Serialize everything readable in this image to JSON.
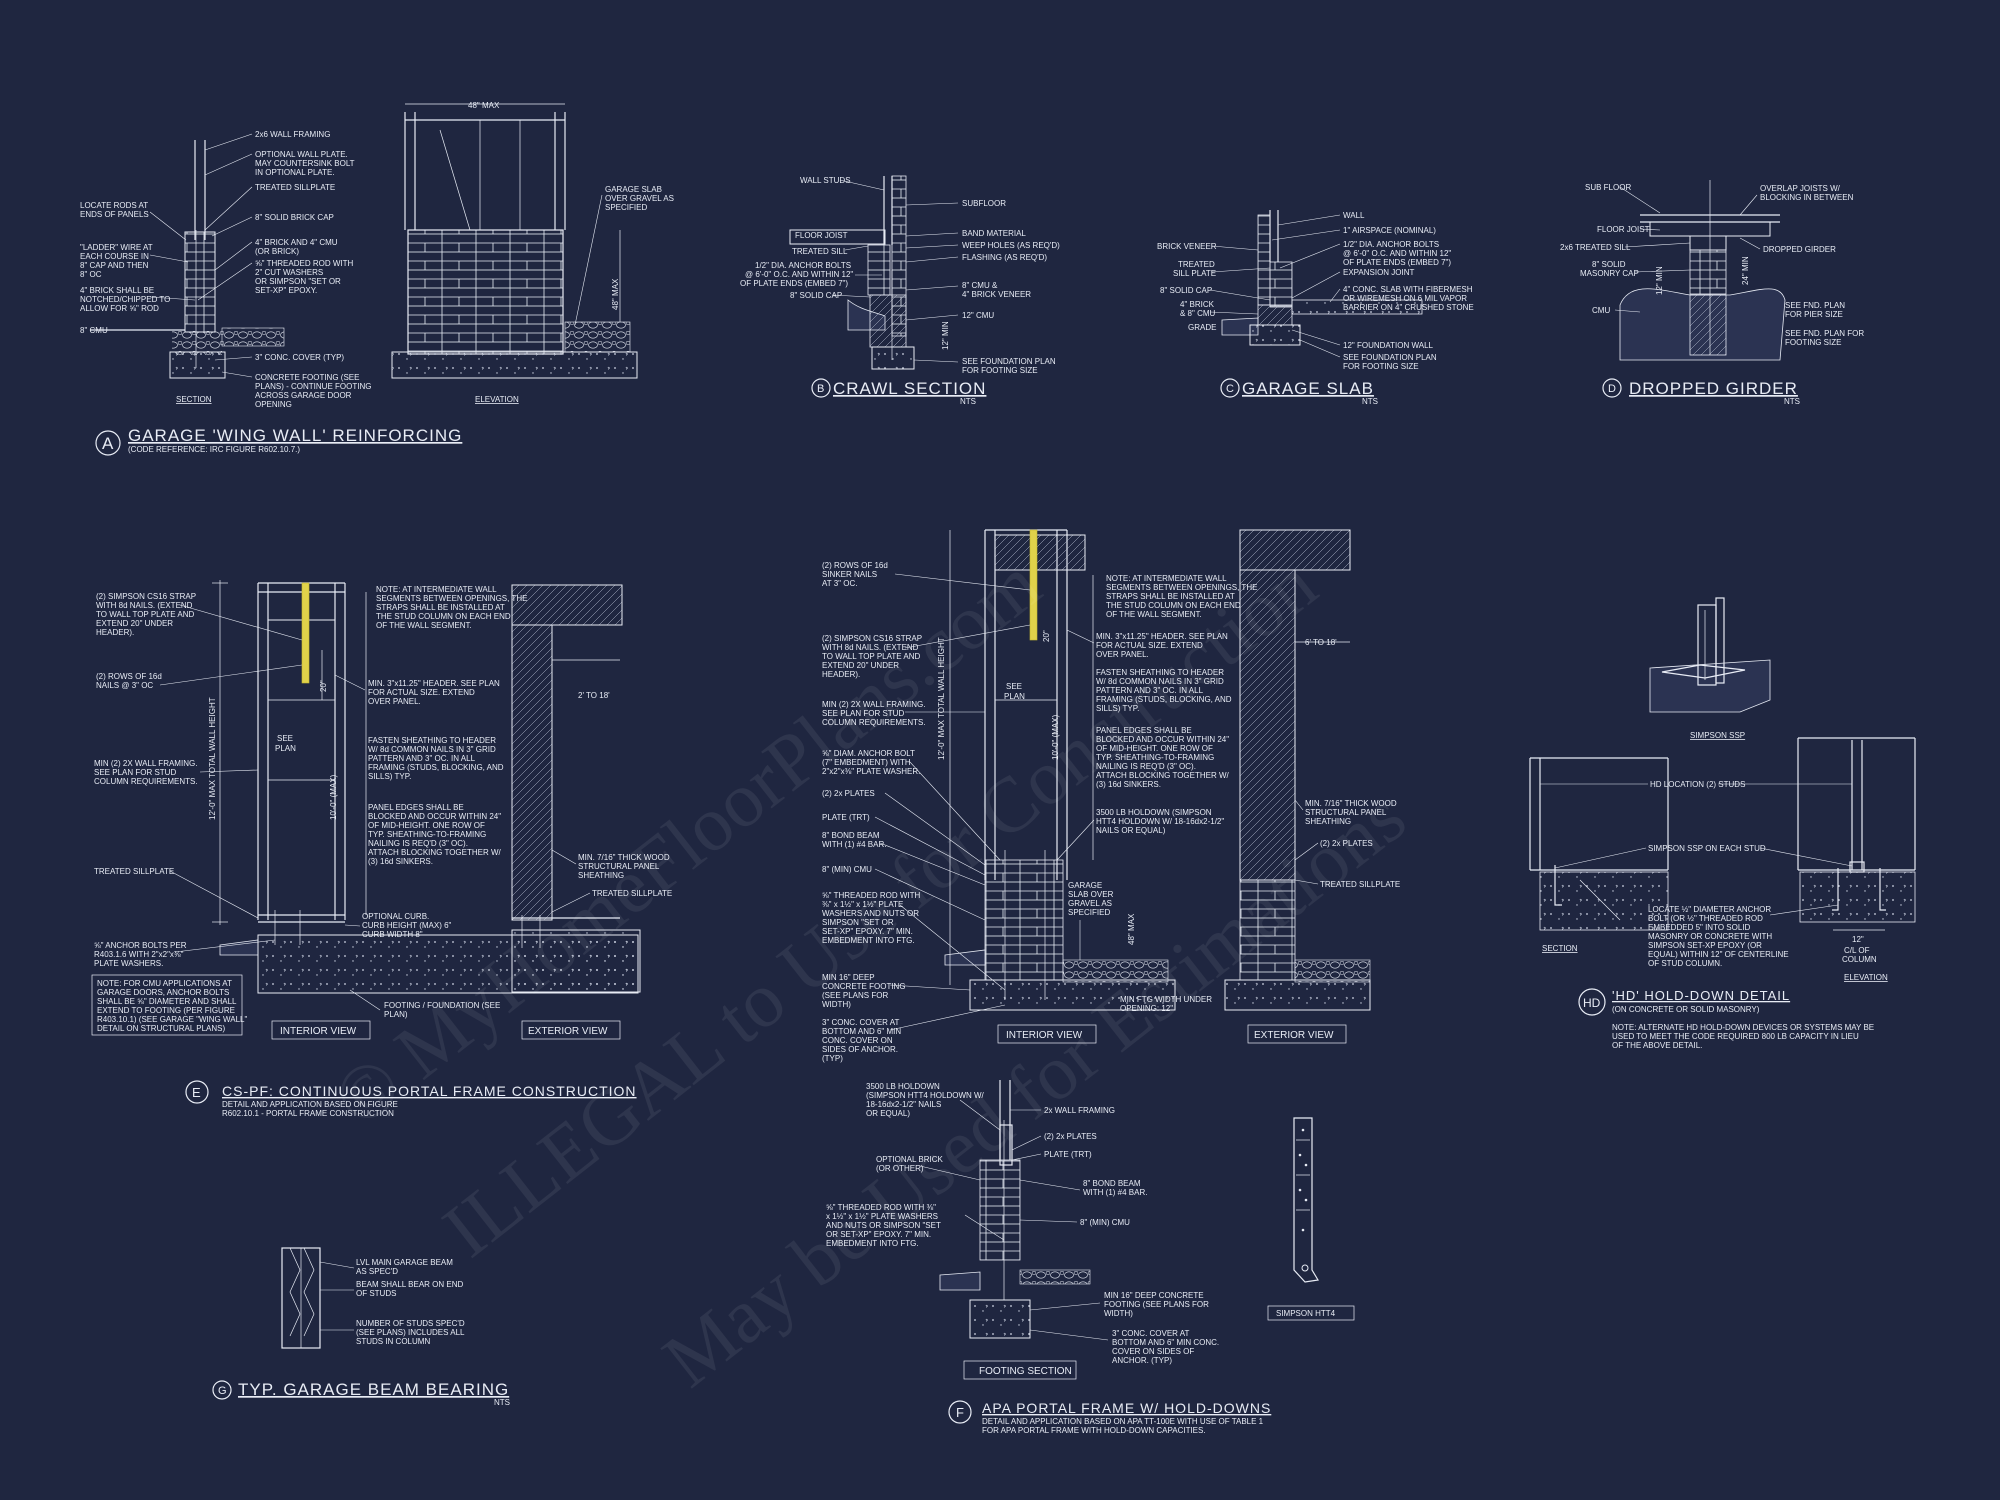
{
  "details": {
    "A": {
      "bubble": "A",
      "title": "GARAGE 'WING WALL' REINFORCING",
      "subtitle": "(CODE REFERENCE: IRC FIGURE R602.10.7.)",
      "section_label": "SECTION",
      "elevation_label": "ELEVATION",
      "dim_top": "48\" MAX",
      "dim_side": "48\" MAX",
      "notes_left": [
        "LOCATE RODS AT",
        "ENDS OF PANELS",
        "\"LADDER\" WIRE AT",
        "EACH COURSE IN",
        "8\" CAP AND THEN",
        "8\" OC",
        "4\" BRICK SHALL BE",
        "NOTCHED/CHIPPED TO",
        "ALLOW FOR ⅝\" ROD",
        "8\" CMU"
      ],
      "notes_right": [
        "2x6 WALL FRAMING",
        "OPTIONAL WALL PLATE.",
        "MAY COUNTERSINK BOLT",
        "IN OPTIONAL PLATE.",
        "TREATED SILLPLATE",
        "8\" SOLID BRICK CAP",
        "4\" BRICK AND 4\" CMU",
        "(OR BRICK)",
        "⅝\" THREADED ROD WITH",
        "2\" CUT WASHERS",
        "OR SIMPSON \"SET OR",
        "SET-XP\" EPOXY.",
        "3\" CONC. COVER (TYP)",
        "CONCRETE FOOTING (SEE",
        "PLANS) - CONTINUE FOOTING",
        "ACROSS GARAGE DOOR",
        "OPENING"
      ],
      "notes_far": [
        "GARAGE SLAB",
        "OVER GRAVEL AS",
        "SPECIFIED"
      ]
    },
    "B": {
      "bubble": "B",
      "title": "CRAWL SECTION",
      "nts": "NTS",
      "notes_left": [
        "WALL STUDS",
        "FLOOR JOIST",
        "TREATED SILL",
        "1/2\" DIA. ANCHOR BOLTS",
        "@ 6'-0\" O.C. AND WITHIN 12\"",
        "OF PLATE ENDS (EMBED 7\")",
        "8\" SOLID CAP"
      ],
      "notes_right": [
        "SUBFLOOR",
        "BAND MATERIAL",
        "WEEP HOLES (AS REQ'D)",
        "FLASHING (AS REQ'D)",
        "8\" CMU &",
        "4\" BRICK VENEER",
        "12\" CMU",
        "SEE FOUNDATION PLAN",
        "FOR FOOTING SIZE"
      ],
      "dim": "12\" MIN"
    },
    "C": {
      "bubble": "C",
      "title": "GARAGE SLAB",
      "nts": "NTS",
      "notes_left": [
        "BRICK VENEER",
        "TREATED",
        "SILL PLATE",
        "8\" SOLID CAP",
        "4\" BRICK",
        "& 8\" CMU",
        "GRADE"
      ],
      "notes_right": [
        "WALL",
        "1\" AIRSPACE (NOMINAL)",
        "1/2\" DIA. ANCHOR BOLTS",
        "@ 6'-0\" O.C. AND WITHIN 12\"",
        "OF PLATE ENDS (EMBED 7\")",
        "EXPANSION JOINT",
        "4\" CONC. SLAB WITH FIBERMESH",
        "OR WIREMESH ON 6 MIL VAPOR",
        "BARRIER ON 4\" CRUSHED STONE",
        "12\" FOUNDATION WALL",
        "SEE FOUNDATION PLAN",
        "FOR FOOTING SIZE"
      ]
    },
    "D": {
      "bubble": "D",
      "title": "DROPPED GIRDER",
      "nts": "NTS",
      "notes_left": [
        "SUB FLOOR",
        "FLOOR JOIST",
        "2x6 TREATED SILL",
        "8\" SOLID",
        "MASONRY CAP",
        "CMU"
      ],
      "notes_right": [
        "OVERLAP JOISTS W/",
        "BLOCKING IN BETWEEN",
        "DROPPED GIRDER",
        "SEE FND. PLAN",
        "FOR PIER SIZE",
        "SEE FND. PLAN FOR",
        "FOOTING SIZE"
      ],
      "dim_a": "12\" MIN",
      "dim_b": "24\" MIN"
    },
    "E": {
      "bubble": "E",
      "title": "CS-PF: CONTINUOUS PORTAL FRAME CONSTRUCTION",
      "subtitle_1": "DETAIL AND APPLICATION BASED ON FIGURE",
      "subtitle_2": "R602.10.1 - PORTAL FRAME CONSTRUCTION",
      "interior_label": "INTERIOR VIEW",
      "exterior_label": "EXTERIOR VIEW",
      "dim_height": "12'-0\" MAX TOTAL WALL HEIGHT",
      "dim_wall": "10'-0\" (MAX)",
      "dim_header": "20\"",
      "see_plan": [
        "SEE",
        "PLAN"
      ],
      "dim_ext": "2' TO 18'",
      "notes_left": [
        "(2) SIMPSON CS16 STRAP",
        "WITH 8d NAILS. (EXTEND",
        "TO WALL TOP PLATE AND",
        "EXTEND 20\" UNDER",
        "HEADER).",
        "(2) ROWS OF 16d",
        "NAILS @ 3\" OC",
        "MIN (2) 2X WALL FRAMING.",
        "SEE PLAN FOR STUD",
        "COLUMN REQUIREMENTS.",
        "TREATED SILLPLATE",
        "⅝\" ANCHOR BOLTS PER",
        "R403.1.6 WITH 2\"x2\"x⅜\"",
        "PLATE WASHERS."
      ],
      "notes_mid": [
        "NOTE: AT INTERMEDIATE WALL",
        "SEGMENTS BETWEEN OPENINGS, THE",
        "STRAPS SHALL BE INSTALLED AT",
        "THE STUD COLUMN ON EACH END",
        "OF THE WALL SEGMENT.",
        "MIN. 3\"x11.25\" HEADER. SEE PLAN",
        "FOR ACTUAL SIZE. EXTEND",
        "OVER PANEL.",
        "FASTEN SHEATHING TO HEADER",
        "W/ 8d COMMON NAILS IN 3\" GRID",
        "PATTERN AND 3\" OC. IN ALL",
        "FRAMING (STUDS, BLOCKING, AND",
        "SILLS) TYP.",
        "PANEL EDGES SHALL BE",
        "BLOCKED AND OCCUR WITHIN 24\"",
        "OF MID-HEIGHT. ONE ROW OF",
        "TYP. SHEATHING-TO-FRAMING",
        "NAILING IS REQ'D (3\" OC).",
        "ATTACH BLOCKING TOGETHER W/",
        "(3) 16d SINKERS.",
        "OPTIONAL CURB.",
        "CURB HEIGHT (MAX) 6\"",
        "CURB WIDTH 8\"",
        "FOOTING / FOUNDATION (SEE",
        "PLAN)"
      ],
      "notes_ext": [
        "MIN. 7/16\" THICK WOOD",
        "STRUCTURAL PANEL",
        "SHEATHING",
        "TREATED SILLPLATE"
      ],
      "note_box": [
        "NOTE: FOR CMU APPLICATIONS AT",
        "GARAGE DOORS, ANCHOR BOLTS",
        "SHALL BE ⅝\" DIAMETER AND SHALL",
        "EXTEND TO FOOTING (PER FIGURE",
        "R403.10.1) (SEE GARAGE \"WING WALL\"",
        "DETAIL ON STRUCTURAL PLANS)"
      ]
    },
    "F": {
      "bubble": "F",
      "title": "APA PORTAL FRAME W/ HOLD-DOWNS",
      "subtitle_1": "DETAIL AND APPLICATION BASED ON APA TT-100E WITH USE OF TABLE 1",
      "subtitle_2": "FOR APA PORTAL FRAME WITH HOLD-DOWN CAPACITIES.",
      "interior_label": "INTERIOR VIEW",
      "exterior_label": "EXTERIOR VIEW",
      "footing_label": "FOOTING SECTION",
      "htt4_label": "SIMPSON HTT4",
      "dim_height": "12'-0\" MAX TOTAL WALL HEIGHT",
      "dim_wall": "10'-0\" (MAX)",
      "dim_header": "20\"",
      "dim_ext": "6' TO 18'",
      "dim_side": "48\" MAX",
      "see_plan": [
        "SEE",
        "PLAN"
      ],
      "notes_left": [
        "(2) ROWS OF 16d",
        "SINKER NAILS",
        "AT 3\" OC.",
        "(2) SIMPSON CS16 STRAP",
        "WITH 8d NAILS. (EXTEND",
        "TO WALL TOP PLATE AND",
        "EXTEND 20\" UNDER",
        "HEADER).",
        "MIN (2) 2X WALL FRAMING.",
        "SEE PLAN FOR STUD",
        "COLUMN REQUIREMENTS.",
        "⅝\" DIAM. ANCHOR BOLT",
        "(7\" EMBEDMENT) WITH",
        "2\"x2\"x⅜\" PLATE WASHER.",
        "(2) 2x PLATES",
        "PLATE (TRT)",
        "8\" BOND BEAM",
        "WITH (1) #4 BAR.",
        "8\" (MIN) CMU",
        "⅝\" THREADED ROD WITH",
        "⅜\" x 1½\" x 1½\" PLATE",
        "WASHERS AND NUTS OR",
        "SIMPSON \"SET OR",
        "SET-XP\" EPOXY. 7\" MIN.",
        "EMBEDMENT INTO FTG.",
        "MIN 16\" DEEP",
        "CONCRETE FOOTING",
        "(SEE PLANS FOR",
        "WIDTH)",
        "3\" CONC. COVER AT",
        "BOTTOM AND 6\" MIN",
        "CONC. COVER ON",
        "SIDES OF ANCHOR.",
        "(TYP)"
      ],
      "notes_mid": [
        "NOTE: AT INTERMEDIATE WALL",
        "SEGMENTS BETWEEN OPENINGS, THE",
        "STRAPS SHALL BE INSTALLED AT",
        "THE STUD COLUMN ON EACH END",
        "OF THE WALL SEGMENT.",
        "MIN. 3\"x11.25\" HEADER. SEE PLAN",
        "FOR ACTUAL SIZE. EXTEND",
        "OVER PANEL.",
        "FASTEN SHEATHING TO HEADER",
        "W/ 8d COMMON NAILS IN 3\" GRID",
        "PATTERN AND 3\" OC. IN ALL",
        "FRAMING (STUDS, BLOCKING, AND",
        "SILLS) TYP.",
        "PANEL EDGES SHALL BE",
        "BLOCKED AND OCCUR WITHIN 24\"",
        "OF MID-HEIGHT. ONE ROW OF",
        "TYP. SHEATHING-TO-FRAMING",
        "NAILING IS REQ'D (3\" OC).",
        "ATTACH BLOCKING TOGETHER W/",
        "(3) 16d SINKERS.",
        "3500 LB HOLDOWN (SIMPSON",
        "HTT4 HOLDOWN W/ 18-16dx2-1/2\"",
        "NAILS OR EQUAL)",
        "GARAGE",
        "SLAB OVER",
        "GRAVEL AS",
        "SPECIFIED",
        "MIN FTG WIDTH UNDER",
        "OPENING: 12\""
      ],
      "notes_ext": [
        "MIN. 7/16\" THICK WOOD",
        "STRUCTURAL PANEL",
        "SHEATHING",
        "(2) 2x PLATES",
        "TREATED SILLPLATE"
      ],
      "notes_footing_left": [
        "3500 LB HOLDOWN",
        "(SIMPSON HTT4 HOLDOWN W/",
        "18-16dx2-1/2\" NAILS",
        "OR EQUAL)",
        "OPTIONAL BRICK",
        "(OR OTHER)",
        "⅝\" THREADED ROD WITH ⅜\"",
        "x 1½\" x 1½\" PLATE WASHERS",
        "AND NUTS OR SIMPSON \"SET",
        "OR SET-XP\" EPOXY. 7\" MIN.",
        "EMBEDMENT INTO FTG."
      ],
      "notes_footing_right": [
        "2x WALL FRAMING",
        "(2) 2x PLATES",
        "PLATE (TRT)",
        "8\" BOND BEAM",
        "WITH (1) #4 BAR.",
        "8\" (MIN) CMU",
        "MIN 16\" DEEP CONCRETE",
        "FOOTING (SEE PLANS FOR",
        "WIDTH)",
        "3\" CONC. COVER AT",
        "BOTTOM AND 6\" MIN CONC.",
        "COVER ON SIDES OF",
        "ANCHOR. (TYP)"
      ]
    },
    "G": {
      "bubble": "G",
      "title": "TYP. GARAGE BEAM BEARING",
      "nts": "NTS",
      "notes": [
        "LVL MAIN GARAGE BEAM",
        "AS SPEC'D",
        "BEAM SHALL BEAR ON END",
        "OF STUDS",
        "NUMBER OF STUDS SPEC'D",
        "(SEE PLANS) INCLUDES ALL",
        "STUDS IN COLUMN"
      ]
    },
    "HD": {
      "bubble": "HD",
      "title": "'HD' HOLD-DOWN DETAIL",
      "subtitle": "(ON CONCRETE OR SOLID MASONRY)",
      "note": [
        "NOTE: ALTERNATE HD HOLD-DOWN DEVICES OR SYSTEMS MAY BE",
        "USED TO MEET THE CODE REQUIRED 800 LB CAPACITY IN LIEU",
        "OF THE ABOVE DETAIL."
      ],
      "ssp_label": "SIMPSON SSP",
      "section_label": "SECTION",
      "elevation_label": "ELEVATION",
      "notes": [
        "HD LOCATION (2) STUDS",
        "SIMPSON SSP ON EACH STUD",
        "LOCATE ½\" DIAMETER ANCHOR",
        "BOLT (OR ½\" THREADED ROD",
        "EMBEDDED 5\" INTO SOLID",
        "MASONRY OR CONCRETE WITH",
        "SIMPSON SET-XP EPOXY (OR",
        "EQUAL) WITHIN 12\" OF CENTERLINE",
        "OF STUD COLUMN."
      ],
      "dim": [
        "12\"",
        "C/L OF",
        "COLUMN"
      ]
    }
  },
  "watermark": {
    "line_1": "© MyHomeFloorPlans.com",
    "line_2": "ILLEGAL to Use for Construction",
    "line_3": "May be Used for Estimations"
  },
  "colors": {
    "background": "#1f2640",
    "linework": "#e8ecf5",
    "strap_highlight": "#e0d24a"
  }
}
